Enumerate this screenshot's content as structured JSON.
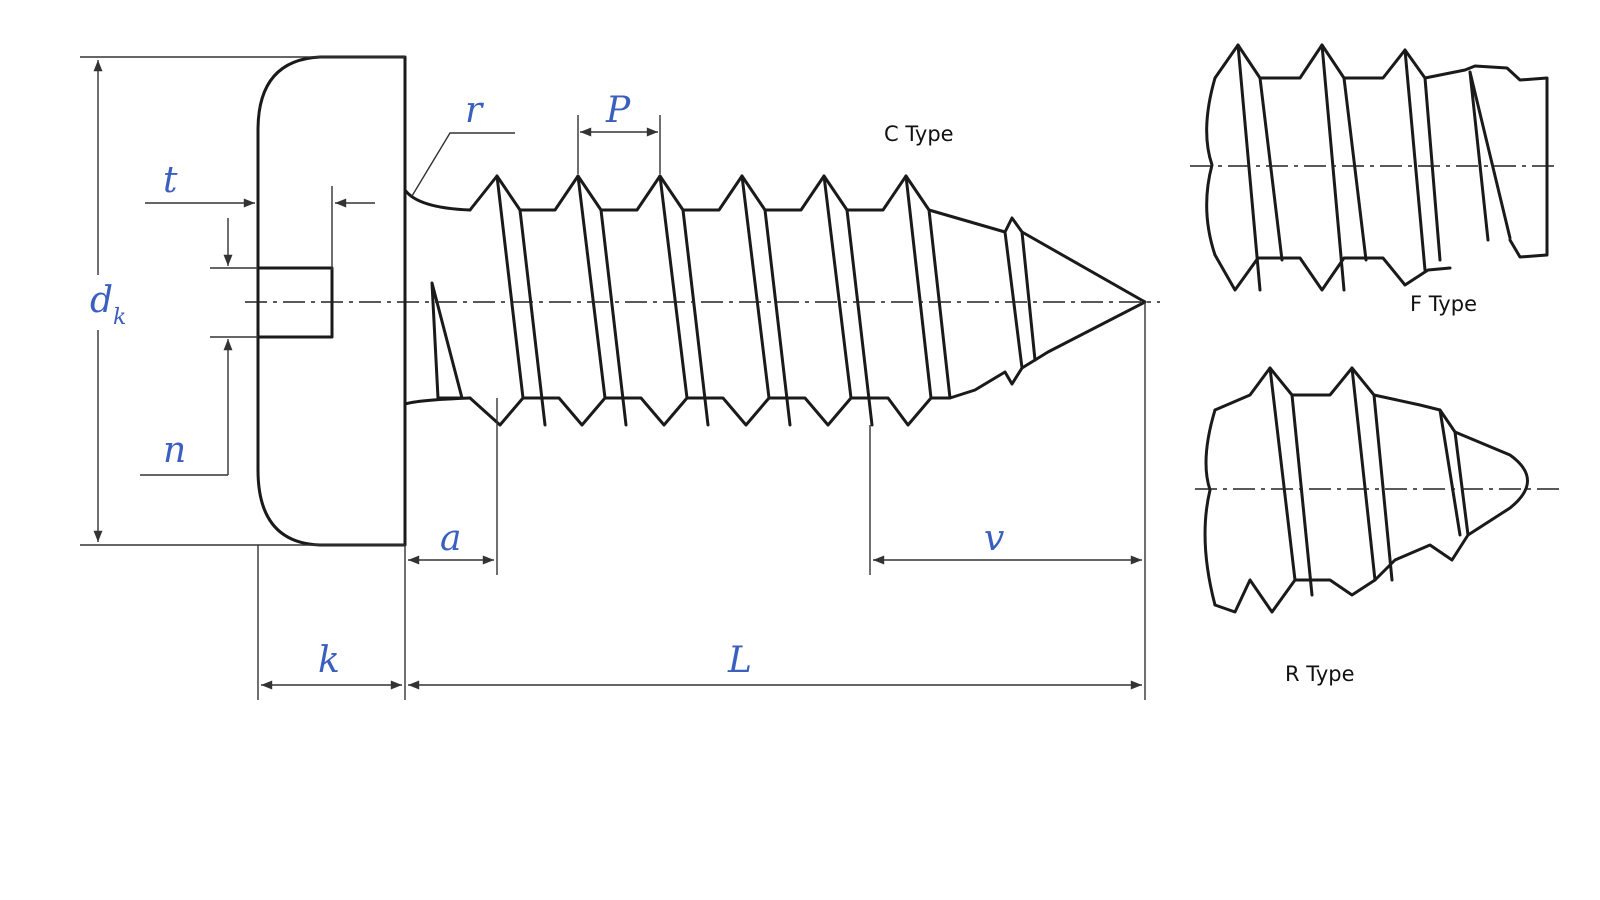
{
  "labels": {
    "t": "t",
    "n": "n",
    "dk_main": "d",
    "dk_sub": "k",
    "k": "k",
    "r": "r",
    "P": "P",
    "a": "a",
    "L": "L",
    "v": "v"
  },
  "captions": {
    "c_type": "C Type",
    "f_type": "F Type",
    "r_type": "R Type"
  },
  "colors": {
    "dimension_label": "#3a5fbf",
    "line": "#1a1a1a"
  }
}
